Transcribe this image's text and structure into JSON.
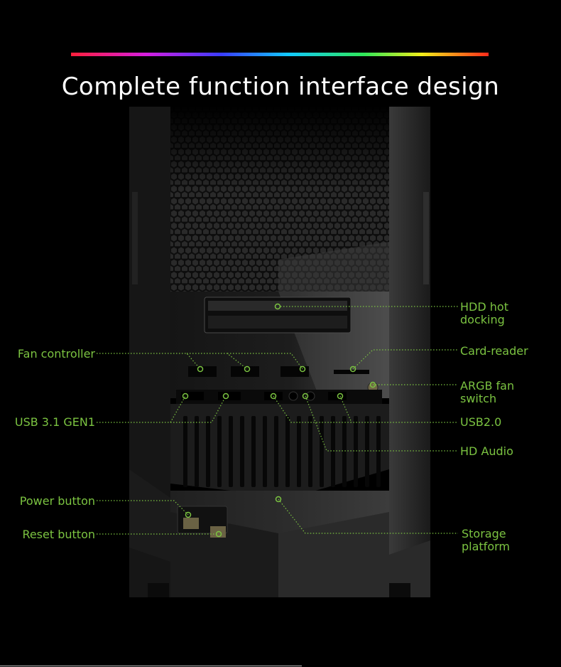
{
  "header": {
    "title": "Complete function interface design",
    "subtitle": "meet your daily multy-party needs"
  },
  "labels": {
    "hdd_hot_docking_1": "HDD hot",
    "hdd_hot_docking_2": "docking",
    "card_reader": "Card-reader",
    "argb_fan_switch_1": "ARGB fan",
    "argb_fan_switch_2": "switch",
    "usb20": "USB2.0",
    "hd_audio": "HD Audio",
    "storage_platform_1": "Storage",
    "storage_platform_2": "platform",
    "fan_controller": "Fan controller",
    "usb31": "USB 3.1 GEN1",
    "power_button": "Power button",
    "reset_button": "Reset button"
  },
  "colors": {
    "accent": "#7bc341",
    "background": "#000000"
  }
}
